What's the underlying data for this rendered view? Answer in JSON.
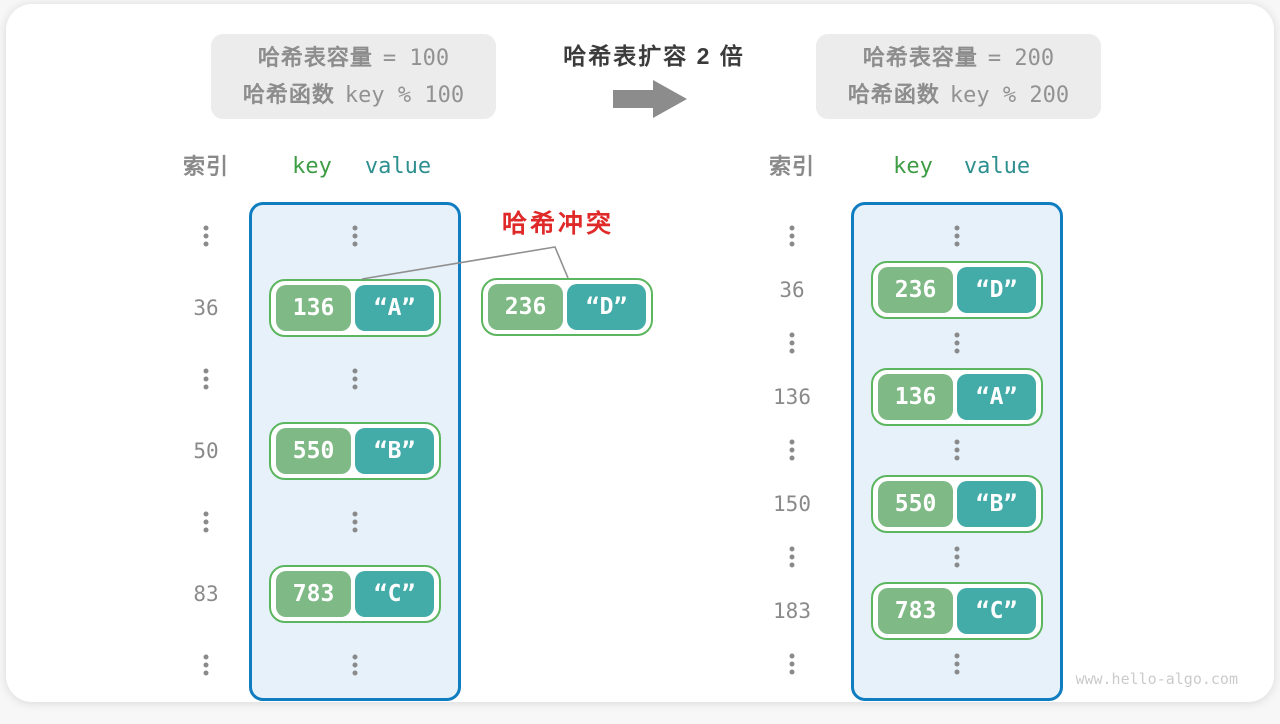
{
  "header": {
    "left_box": {
      "line1_label": "哈希表容量",
      "line1_value": "= 100",
      "line2_label": "哈希函数",
      "line2_value": "key % 100"
    },
    "expand_title": "哈希表扩容 2 倍",
    "right_box": {
      "line1_label": "哈希表容量",
      "line1_value": "= 200",
      "line2_label": "哈希函数",
      "line2_value": "key % 200"
    }
  },
  "collision": {
    "label": "哈希冲突",
    "pair": {
      "key": "236",
      "value": "“D”"
    }
  },
  "tables": {
    "left": {
      "index_header": "索引",
      "key_header": "key",
      "value_header": "value",
      "rows": [
        {
          "type": "dots"
        },
        {
          "type": "pair",
          "index": "36",
          "key": "136",
          "value": "“A”"
        },
        {
          "type": "dots"
        },
        {
          "type": "pair",
          "index": "50",
          "key": "550",
          "value": "“B”"
        },
        {
          "type": "dots"
        },
        {
          "type": "pair",
          "index": "83",
          "key": "783",
          "value": "“C”"
        },
        {
          "type": "dots"
        }
      ]
    },
    "right": {
      "index_header": "索引",
      "key_header": "key",
      "value_header": "value",
      "rows": [
        {
          "type": "dots"
        },
        {
          "type": "pair",
          "index": "36",
          "key": "236",
          "value": "“D”"
        },
        {
          "type": "dots"
        },
        {
          "type": "pair",
          "index": "136",
          "key": "136",
          "value": "“A”"
        },
        {
          "type": "dots"
        },
        {
          "type": "pair",
          "index": "150",
          "key": "550",
          "value": "“B”"
        },
        {
          "type": "dots"
        },
        {
          "type": "pair",
          "index": "183",
          "key": "783",
          "value": "“C”"
        },
        {
          "type": "dots"
        }
      ]
    }
  },
  "watermark": "www.hello-algo.com",
  "colors": {
    "bucket_border": "#107dc0",
    "bucket_bg": "#e6f1fa",
    "pair_border": "#5cb55f",
    "key_green": "#7fb985",
    "value_teal": "#44aca8",
    "key_header_text": "#3e9d44",
    "value_header_text": "#2e8f8f",
    "collision_red": "#e02a2a",
    "gray_box_bg": "#ececec",
    "arrow_gray": "#8c8c8c"
  }
}
